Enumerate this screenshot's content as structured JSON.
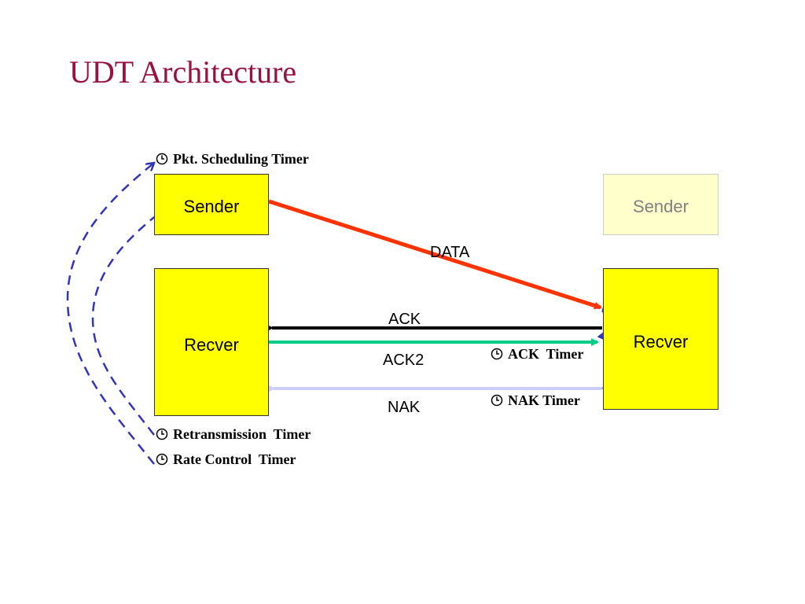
{
  "title": "UDT Architecture",
  "left": {
    "sender": "Sender",
    "receiver": "Recver"
  },
  "right": {
    "sender": "Sender",
    "receiver": "Recver"
  },
  "packets": {
    "data": "DATA",
    "ack": "ACK",
    "ack2": "ACK2",
    "nak": "NAK"
  },
  "timers": {
    "pkt_scheduling": "Pkt. Scheduling Timer",
    "retransmission": "Retransmission  Timer",
    "rate_control": "Rate Control  Timer",
    "ack": "ACK  Timer",
    "nak": "NAK Timer"
  },
  "colors": {
    "title": "#99113f",
    "box_active": "#ffff00",
    "box_faded": "#ffffcc",
    "data_arrow": "#ff3300",
    "ack_arrow": "#000000",
    "ack2_arrow": "#00cc88",
    "nak_arrow": "#ccccff",
    "timer_arrows": "#3333bb"
  },
  "icons": {
    "timer": "clock-icon"
  }
}
